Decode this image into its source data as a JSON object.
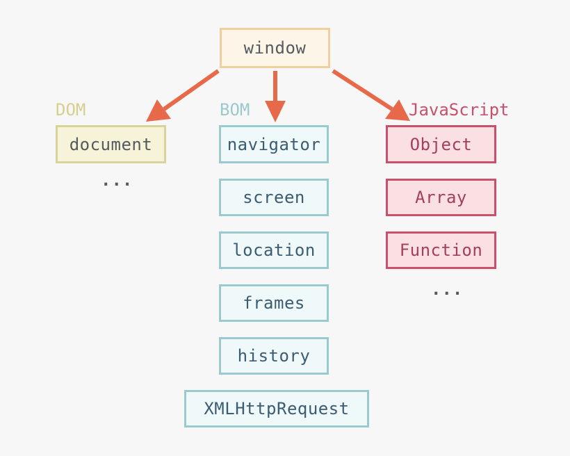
{
  "root": {
    "label": "window"
  },
  "groups": {
    "dom": {
      "title": "DOM",
      "items": [
        "document"
      ],
      "more": "..."
    },
    "bom": {
      "title": "BOM",
      "items": [
        "navigator",
        "screen",
        "location",
        "frames",
        "history",
        "XMLHttpRequest"
      ]
    },
    "javascript": {
      "title": "JavaScript",
      "items": [
        "Object",
        "Array",
        "Function"
      ],
      "more": "..."
    }
  },
  "colors": {
    "background": "#f7f7f7",
    "arrow": "#e8694a",
    "dom_label": "#d6cf8e",
    "bom_label": "#9ac9ce",
    "javascript_label": "#c9506b"
  }
}
